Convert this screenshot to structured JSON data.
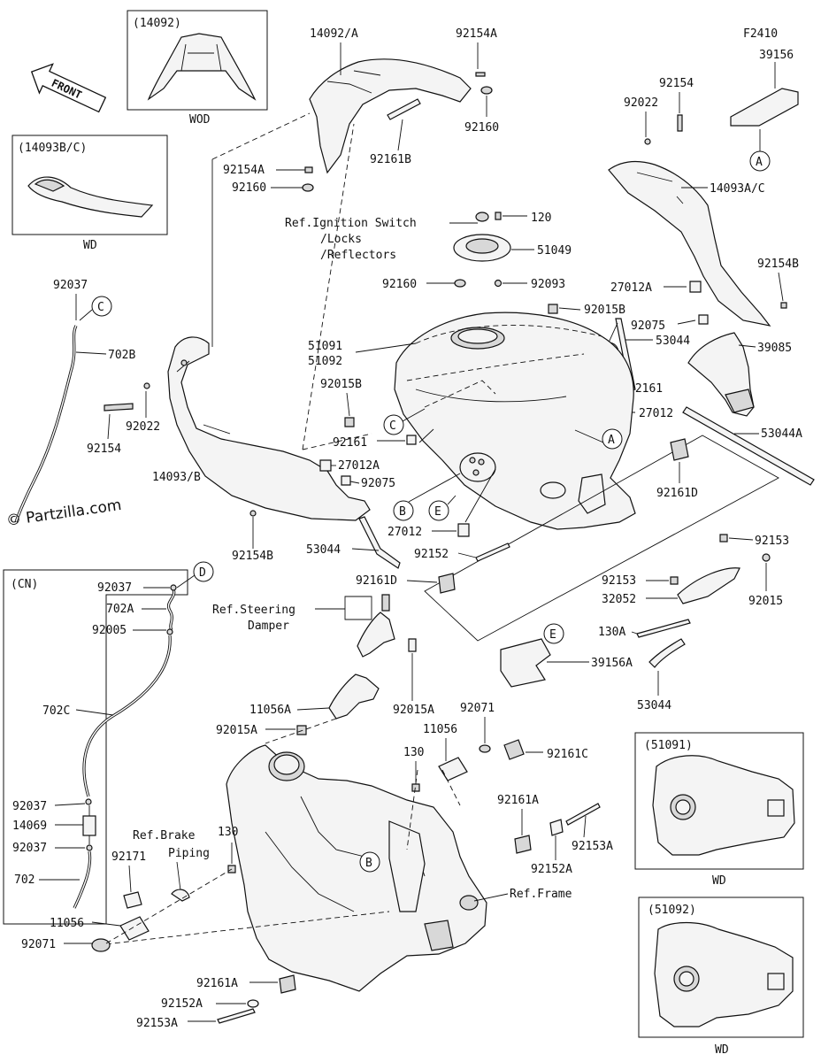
{
  "front_label": "FRONT",
  "watermark": "© Partzilla.com",
  "code": "F2410",
  "insets": {
    "i14092": {
      "title": "(14092)",
      "note": "WOD"
    },
    "i14093": {
      "title": "(14093B/C)",
      "note": "WD"
    },
    "i51091": {
      "title": "(51091)",
      "note": "WD"
    },
    "i51092": {
      "title": "(51092)",
      "note": "WD"
    },
    "cn": {
      "title": "(CN)"
    }
  },
  "callouts": {
    "a": "A",
    "b": "B",
    "c": "C",
    "d": "D",
    "e": "E"
  },
  "refs": {
    "ignition": [
      "Ref.Ignition Switch",
      "/Locks",
      "/Reflectors"
    ],
    "steering": [
      "Ref.Steering",
      "Damper"
    ],
    "brake": [
      "Ref.Brake",
      "Piping"
    ],
    "frame": "Ref.Frame"
  },
  "labels": {
    "p14092a": "14092/A",
    "p92154a_top": "92154A",
    "p92160_top": "92160",
    "p92161b": "92161B",
    "p92154a_left": "92154A",
    "p92160_left": "92160",
    "p120": "120",
    "p51049": "51049",
    "p92160_mid": "92160",
    "p92093": "92093",
    "p92022_top": "92022",
    "p92154_top": "92154",
    "p39156": "39156",
    "p14093ac": "14093A/C",
    "p92154b_right": "92154B",
    "p27012a_right": "27012A",
    "p92015b_right": "92015B",
    "p92075_right": "92075",
    "p53044_right": "53044",
    "p39085": "39085",
    "p92161_right": "92161",
    "p27012_right": "27012",
    "p53044a": "53044A",
    "p51091": "51091",
    "p51092": "51092",
    "p92015b_left": "92015B",
    "p92037_top": "92037",
    "p702b": "702B",
    "p92022_left": "92022",
    "p92154_left": "92154",
    "p92161_mid": "92161",
    "p27012a_mid": "27012A",
    "p14093b": "14093/B",
    "p92075_mid": "92075",
    "p92154b_left": "92154B",
    "p53044_left": "53044",
    "p27012_mid": "27012",
    "p92161d_right": "92161D",
    "p92152": "92152",
    "p92153_top": "92153",
    "p92015_right": "92015",
    "p92153_mid": "92153",
    "p32052": "32052",
    "p92161d_left": "92161D",
    "p130a": "130A",
    "p39156a": "39156A",
    "p53044_bottom": "53044",
    "p92037_cn1": "92037",
    "p702a": "702A",
    "p92005": "92005",
    "p702c": "702C",
    "p92037_cn2": "92037",
    "p14069": "14069",
    "p92037_cn3": "92037",
    "p702": "702",
    "p11056a": "11056A",
    "p92015a_left": "92015A",
    "p92015a_right": "92015A",
    "p92071_right": "92071",
    "p11056_right": "11056",
    "p130_right": "130",
    "p92161c": "92161C",
    "p92161a_right": "92161A",
    "p92153a_right": "92153A",
    "p92152a_right": "92152A",
    "p130_left": "130",
    "p92171": "92171",
    "p11056_left": "11056",
    "p92071_left": "92071",
    "p92161a_bottom": "92161A",
    "p92152a_bottom": "92152A",
    "p92153a_bottom": "92153A"
  }
}
